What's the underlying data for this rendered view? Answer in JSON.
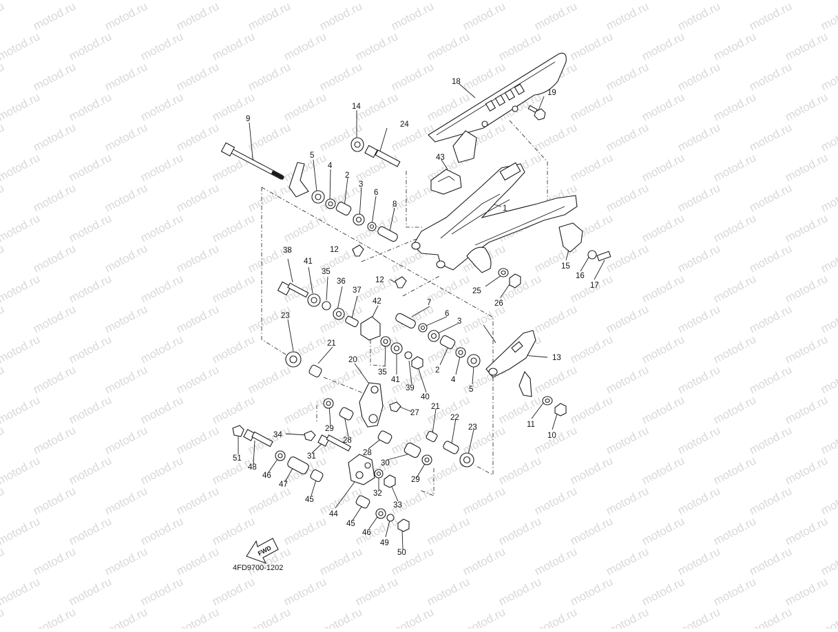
{
  "watermark": {
    "text": "motod.ru",
    "color": "#d8d8d8"
  },
  "diagram_code": "4FD9700-1202",
  "fwd_label": "FWD",
  "callouts": [
    {
      "id": "c1",
      "text": "1"
    },
    {
      "id": "c2a",
      "text": "2"
    },
    {
      "id": "c2b",
      "text": "2"
    },
    {
      "id": "c3a",
      "text": "3"
    },
    {
      "id": "c3b",
      "text": "3"
    },
    {
      "id": "c4a",
      "text": "4"
    },
    {
      "id": "c4b",
      "text": "4"
    },
    {
      "id": "c5a",
      "text": "5"
    },
    {
      "id": "c5b",
      "text": "5"
    },
    {
      "id": "c6a",
      "text": "6"
    },
    {
      "id": "c6b",
      "text": "6"
    },
    {
      "id": "c7",
      "text": "7"
    },
    {
      "id": "c8",
      "text": "8"
    },
    {
      "id": "c9",
      "text": "9"
    },
    {
      "id": "c10",
      "text": "10"
    },
    {
      "id": "c11",
      "text": "11"
    },
    {
      "id": "c12a",
      "text": "12"
    },
    {
      "id": "c12b",
      "text": "12"
    },
    {
      "id": "c13",
      "text": "13"
    },
    {
      "id": "c14",
      "text": "14"
    },
    {
      "id": "c15",
      "text": "15"
    },
    {
      "id": "c16",
      "text": "16"
    },
    {
      "id": "c17",
      "text": "17"
    },
    {
      "id": "c18",
      "text": "18"
    },
    {
      "id": "c19",
      "text": "19"
    },
    {
      "id": "c20",
      "text": "20"
    },
    {
      "id": "c21a",
      "text": "21"
    },
    {
      "id": "c21b",
      "text": "21"
    },
    {
      "id": "c22",
      "text": "22"
    },
    {
      "id": "c23a",
      "text": "23"
    },
    {
      "id": "c23b",
      "text": "23"
    },
    {
      "id": "c24",
      "text": "24"
    },
    {
      "id": "c25",
      "text": "25"
    },
    {
      "id": "c26",
      "text": "26"
    },
    {
      "id": "c27",
      "text": "27"
    },
    {
      "id": "c28a",
      "text": "28"
    },
    {
      "id": "c28b",
      "text": "28"
    },
    {
      "id": "c29a",
      "text": "29"
    },
    {
      "id": "c29b",
      "text": "29"
    },
    {
      "id": "c30",
      "text": "30"
    },
    {
      "id": "c31",
      "text": "31"
    },
    {
      "id": "c32",
      "text": "32"
    },
    {
      "id": "c33",
      "text": "33"
    },
    {
      "id": "c34",
      "text": "34"
    },
    {
      "id": "c35a",
      "text": "35"
    },
    {
      "id": "c35b",
      "text": "35"
    },
    {
      "id": "c36",
      "text": "36"
    },
    {
      "id": "c37",
      "text": "37"
    },
    {
      "id": "c38",
      "text": "38"
    },
    {
      "id": "c39",
      "text": "39"
    },
    {
      "id": "c40",
      "text": "40"
    },
    {
      "id": "c41a",
      "text": "41"
    },
    {
      "id": "c41b",
      "text": "41"
    },
    {
      "id": "c42",
      "text": "42"
    },
    {
      "id": "c43",
      "text": "43"
    },
    {
      "id": "c44",
      "text": "44"
    },
    {
      "id": "c45a",
      "text": "45"
    },
    {
      "id": "c45b",
      "text": "45"
    },
    {
      "id": "c46a",
      "text": "46"
    },
    {
      "id": "c46b",
      "text": "46"
    },
    {
      "id": "c47",
      "text": "47"
    },
    {
      "id": "c48",
      "text": "48"
    },
    {
      "id": "c49",
      "text": "49"
    },
    {
      "id": "c50",
      "text": "50"
    },
    {
      "id": "c51",
      "text": "51"
    }
  ]
}
